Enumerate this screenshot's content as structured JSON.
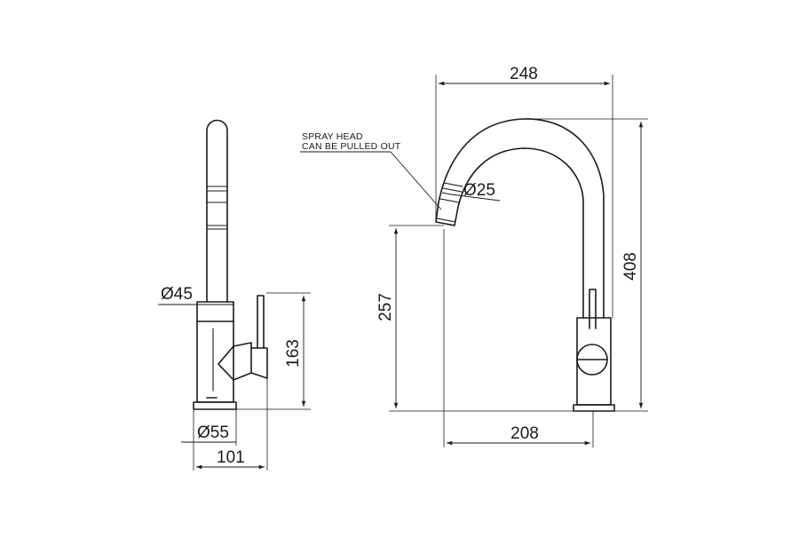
{
  "dimensions": {
    "side_top_diameter": "Ø45",
    "side_body_height": "163",
    "side_base_diameter": "Ø55",
    "side_base_width": "101",
    "front_total_reach": "248",
    "front_head_diameter": "Ø25",
    "front_spout_height": "257",
    "front_total_height": "408",
    "front_body_reach": "208"
  },
  "note": {
    "line1": "SPRAY HEAD",
    "line2": "CAN BE PULLED OUT"
  },
  "colors": {
    "line": "#1a1a1a",
    "background": "#ffffff"
  }
}
